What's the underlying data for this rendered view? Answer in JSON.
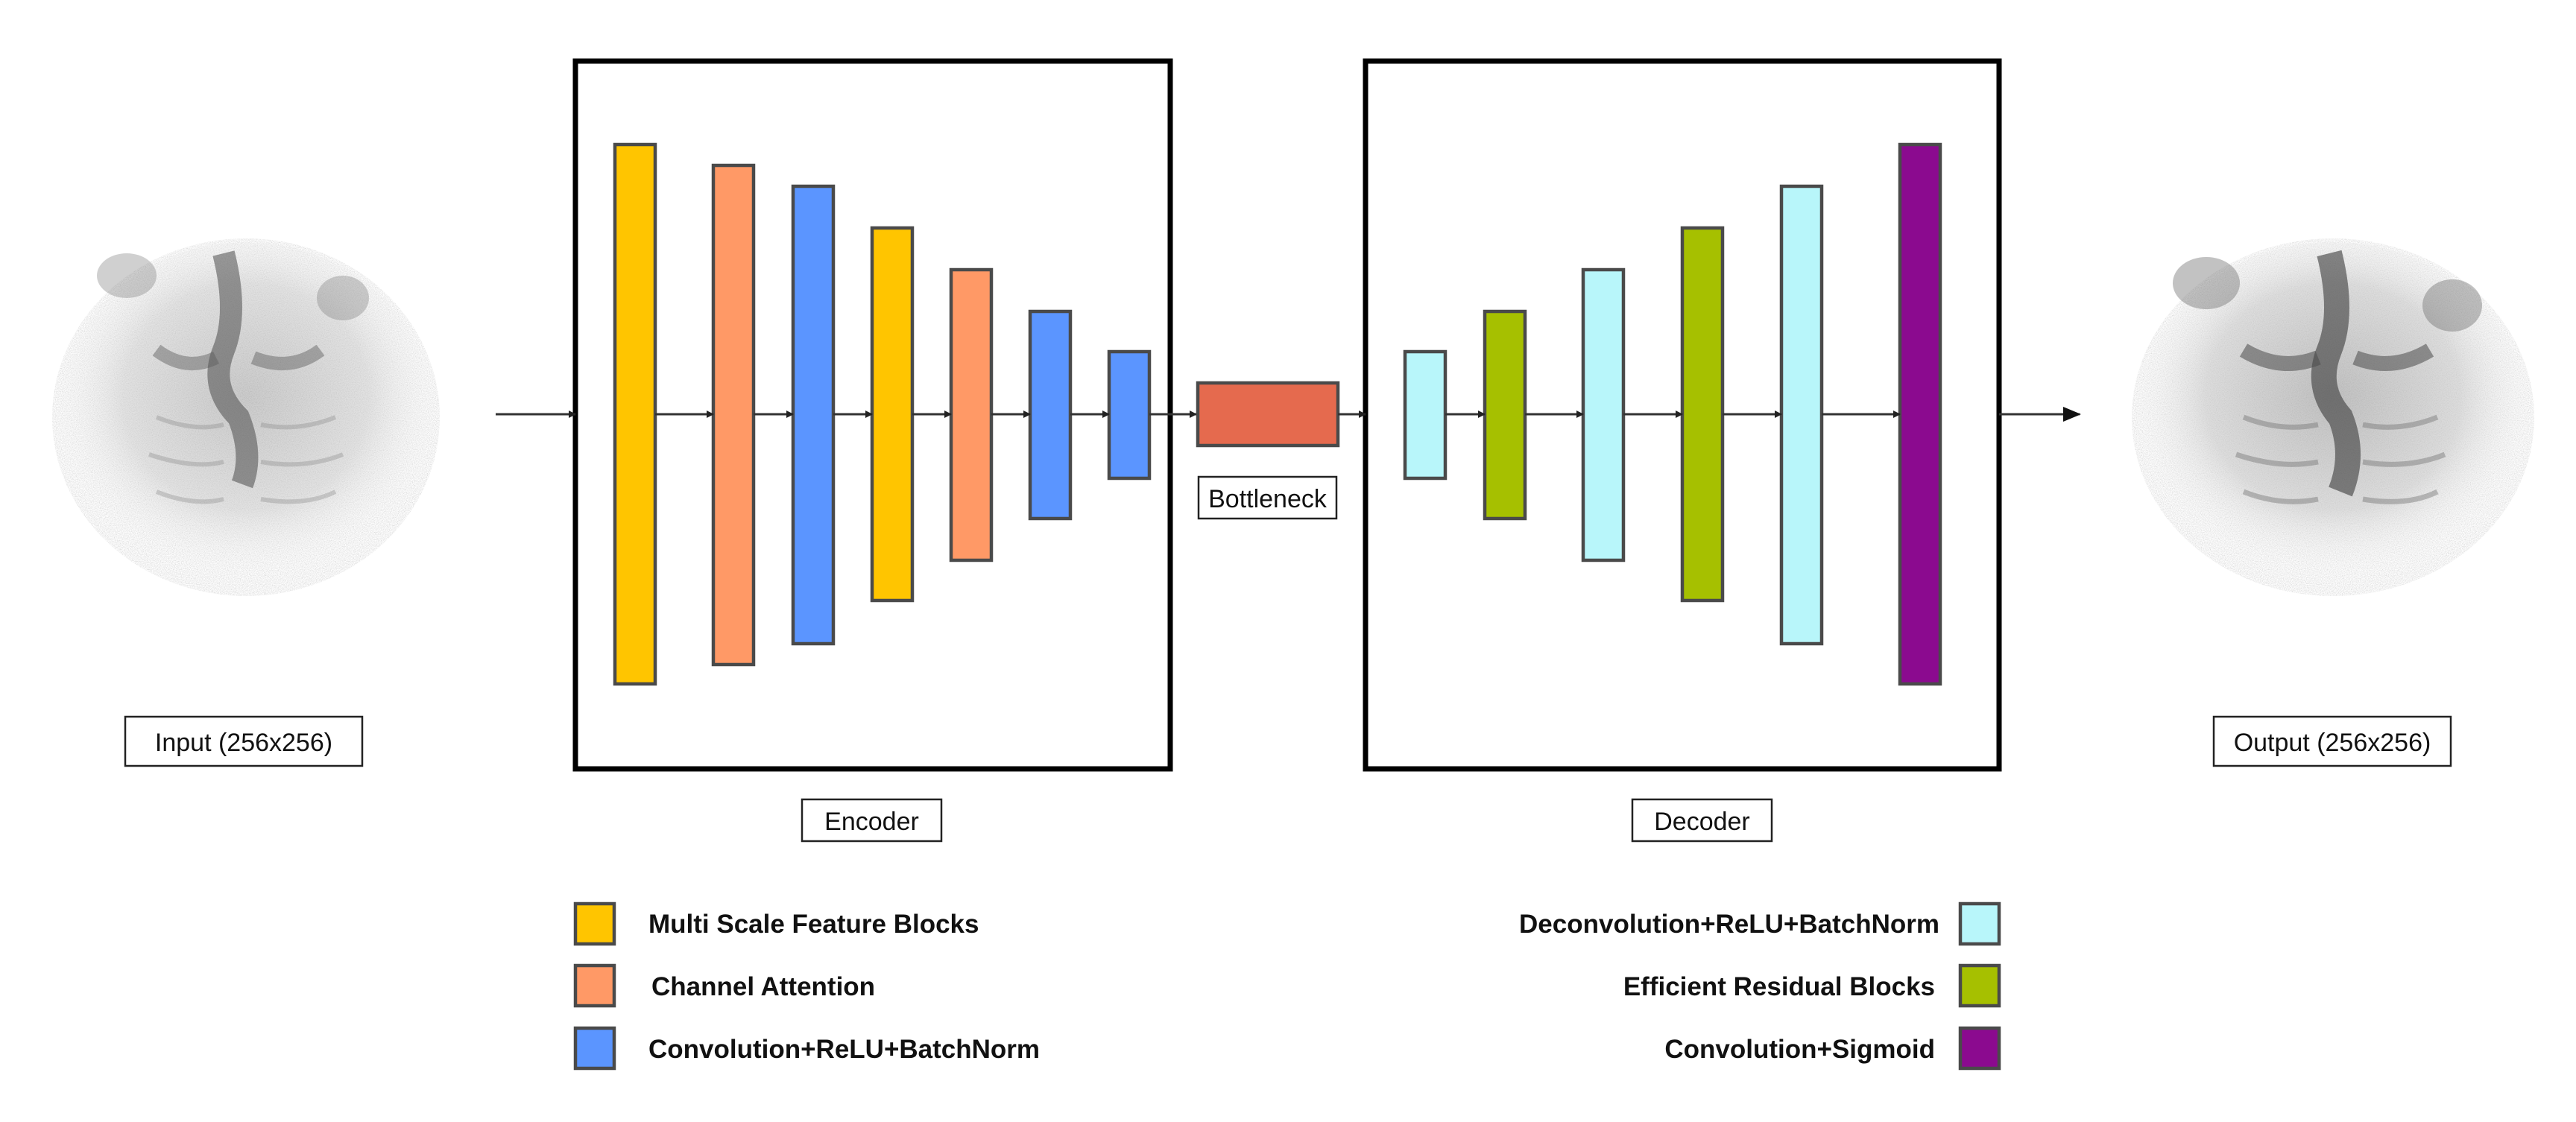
{
  "colors": {
    "multi_scale": "#FFC500",
    "channel_attention": "#FF9966",
    "convolution": "#5B95FF",
    "bottleneck": "#E56A4E",
    "deconvolution": "#B8F6FA",
    "residual": "#A6C000",
    "sigmoid": "#8B0A8F"
  },
  "labels": {
    "input": "Input (256x256)",
    "output": "Output (256x256)",
    "encoder": "Encoder",
    "decoder": "Decoder",
    "bottleneck": "Bottleneck"
  },
  "encoder_blocks": [
    {
      "type": "multi_scale"
    },
    {
      "type": "channel_attention"
    },
    {
      "type": "convolution"
    },
    {
      "type": "multi_scale"
    },
    {
      "type": "channel_attention"
    },
    {
      "type": "convolution"
    },
    {
      "type": "convolution"
    }
  ],
  "decoder_blocks": [
    {
      "type": "deconvolution"
    },
    {
      "type": "residual"
    },
    {
      "type": "deconvolution"
    },
    {
      "type": "residual"
    },
    {
      "type": "deconvolution"
    },
    {
      "type": "sigmoid"
    }
  ],
  "legend": {
    "left": [
      {
        "label": "Multi Scale Feature Blocks",
        "color_key": "multi_scale"
      },
      {
        "label": "Channel Attention",
        "color_key": "channel_attention"
      },
      {
        "label": "Convolution+ReLU+BatchNorm",
        "color_key": "convolution"
      }
    ],
    "right": [
      {
        "label": "Deconvolution+ReLU+BatchNorm",
        "color_key": "deconvolution"
      },
      {
        "label": "Efficient Residual Blocks",
        "color_key": "residual"
      },
      {
        "label": "Convolution+Sigmoid",
        "color_key": "sigmoid"
      }
    ]
  }
}
